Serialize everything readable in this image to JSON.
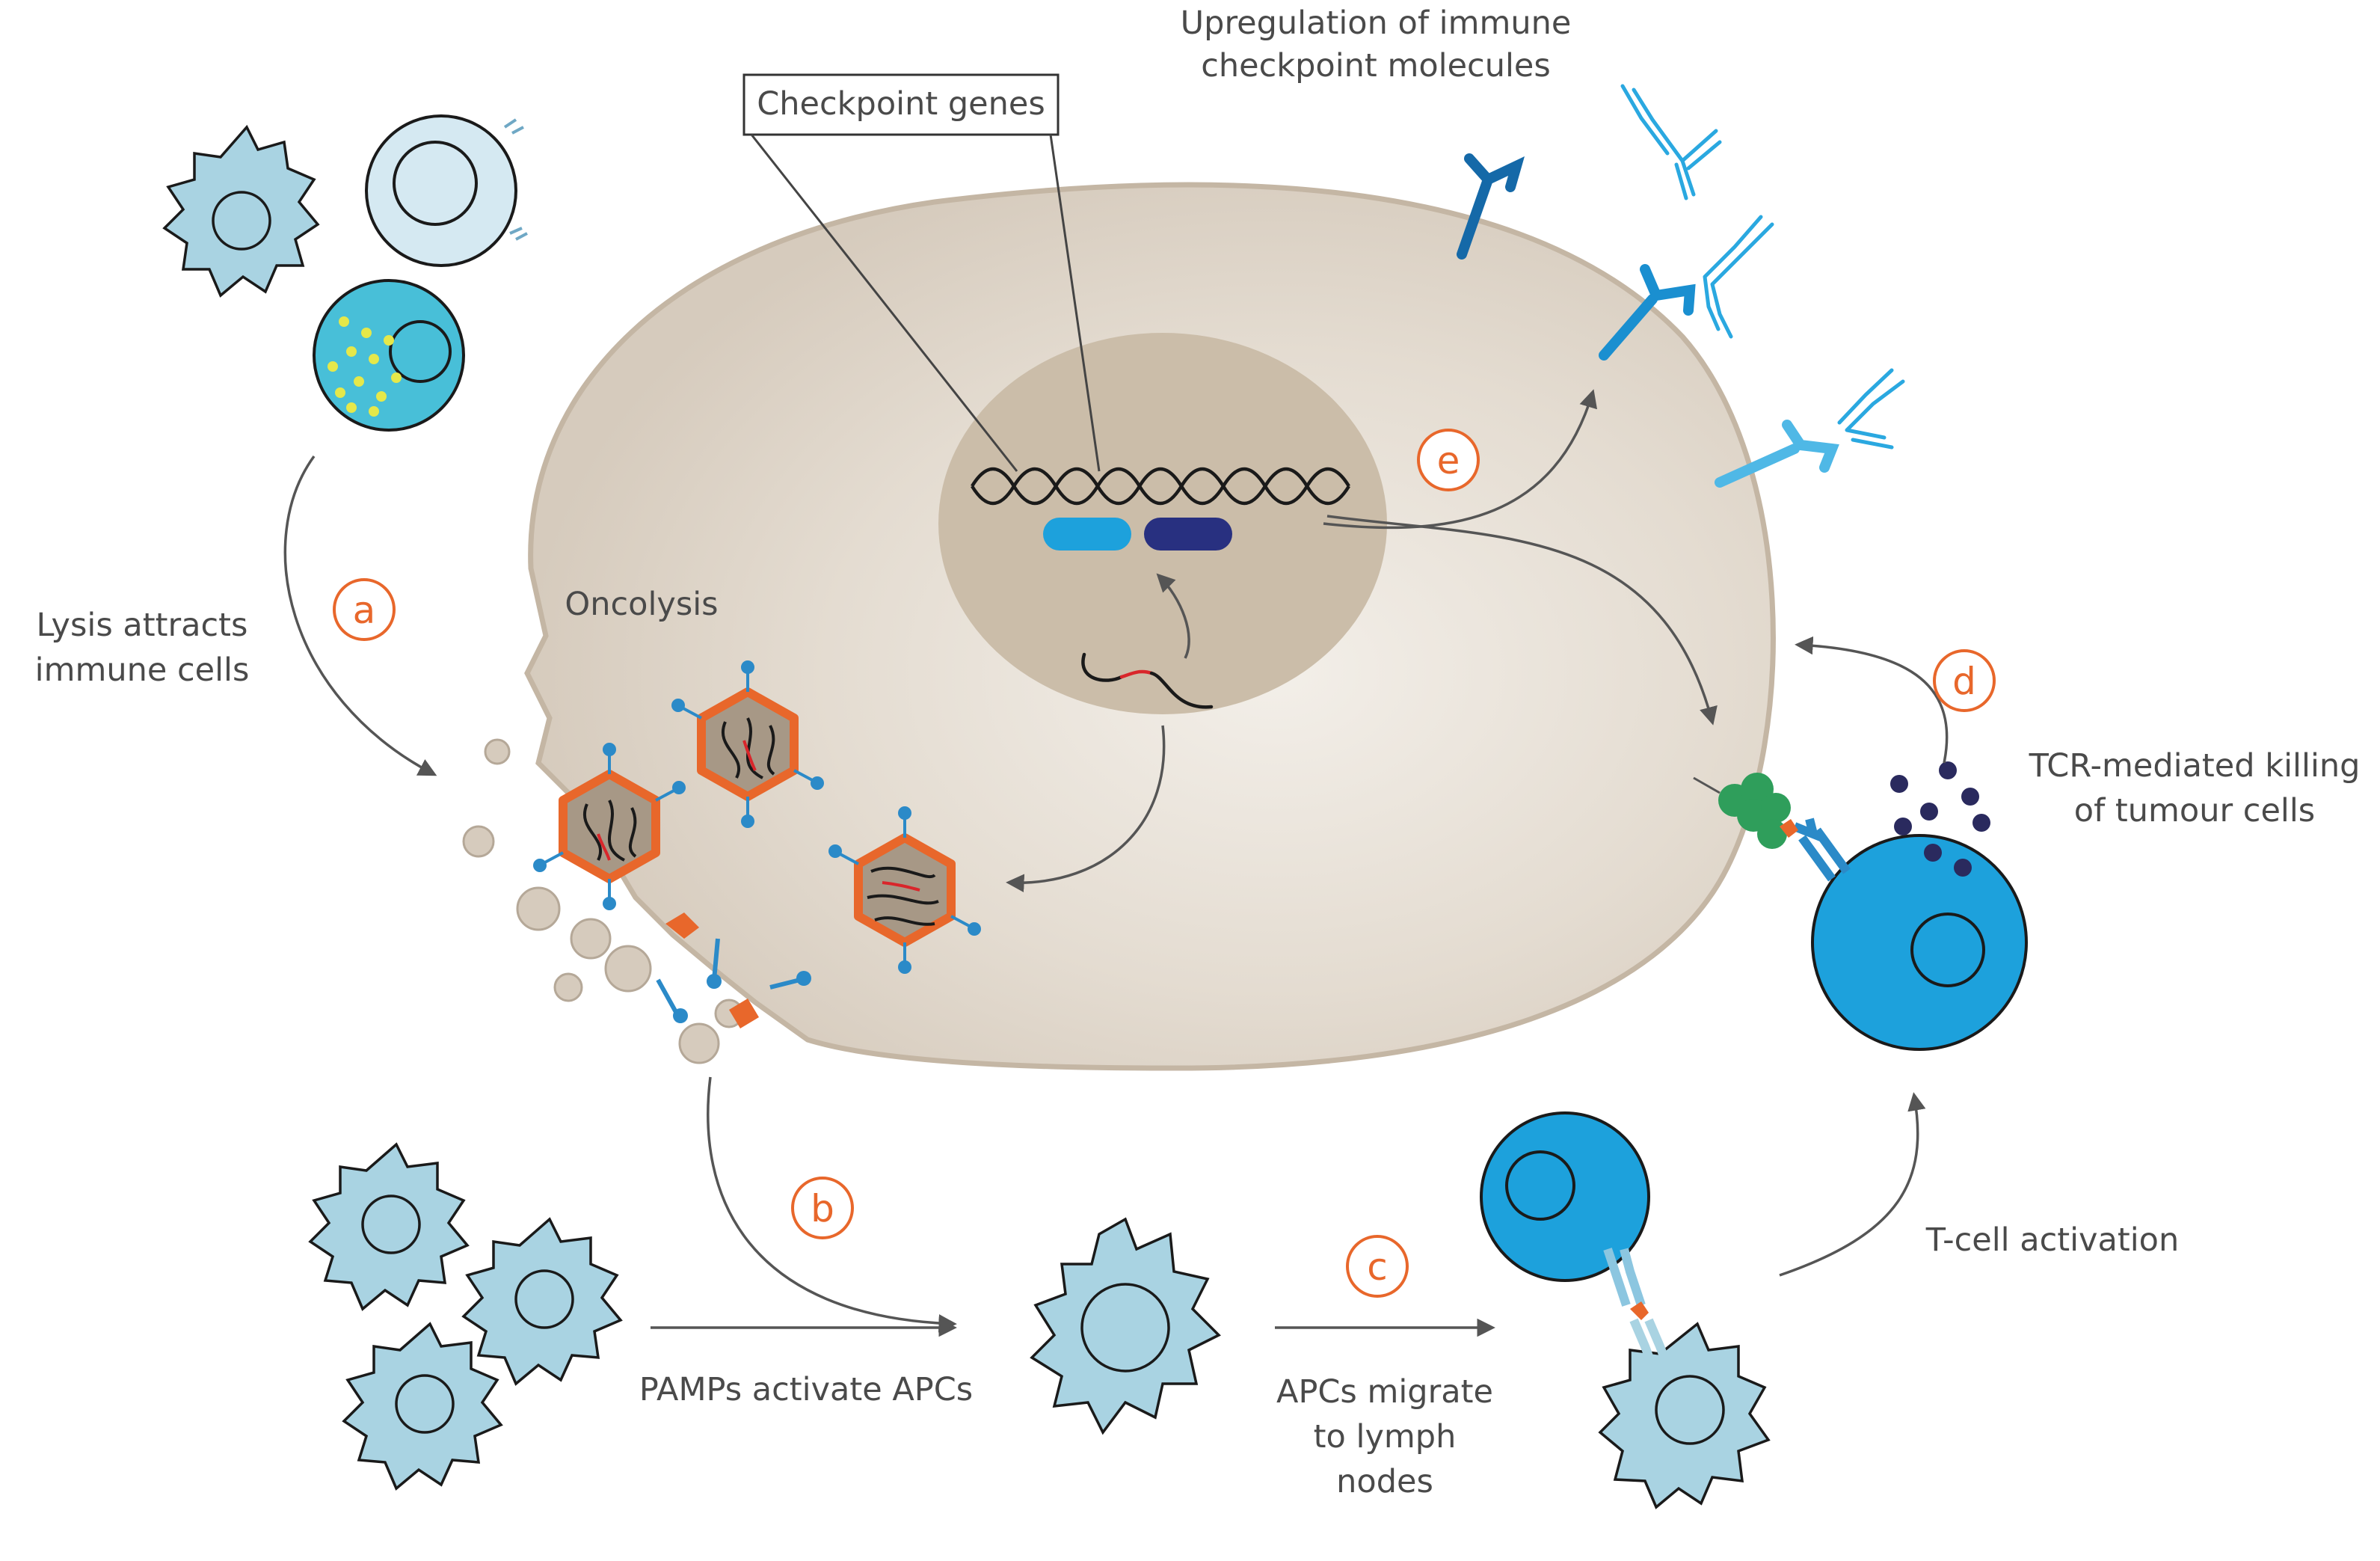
{
  "labels": {
    "checkpoint_genes": "Checkpoint genes",
    "upregulation_line1": "Upregulation of immune",
    "upregulation_line2": "checkpoint molecules",
    "lysis_line1": "Lysis attracts",
    "lysis_line2": "immune cells",
    "oncolysis": "Oncolysis",
    "tcr_line1": "TCR-mediated killing",
    "tcr_line2": "of tumour cells",
    "pamps": "PAMPs activate APCs",
    "apc_migrate_line1": "APCs migrate",
    "apc_migrate_line2": "to lymph",
    "apc_migrate_line3": "nodes",
    "tcell_activation": "T-cell activation"
  },
  "steps": [
    "a",
    "b",
    "c",
    "d",
    "e"
  ],
  "colors": {
    "tumour_cell": "#d8cfc3",
    "nucleus": "#cbbda9",
    "step_accent": "#e8672b",
    "t_cell": "#1da1dc",
    "apc": "#a9d3e2",
    "checkpoint_light": "#1da1dc",
    "checkpoint_dark": "#283080",
    "antibody": "#2aa8e0",
    "capsid": "#e8672b",
    "mhc": "#2f9e5b",
    "granules": "#2a2a5e"
  }
}
